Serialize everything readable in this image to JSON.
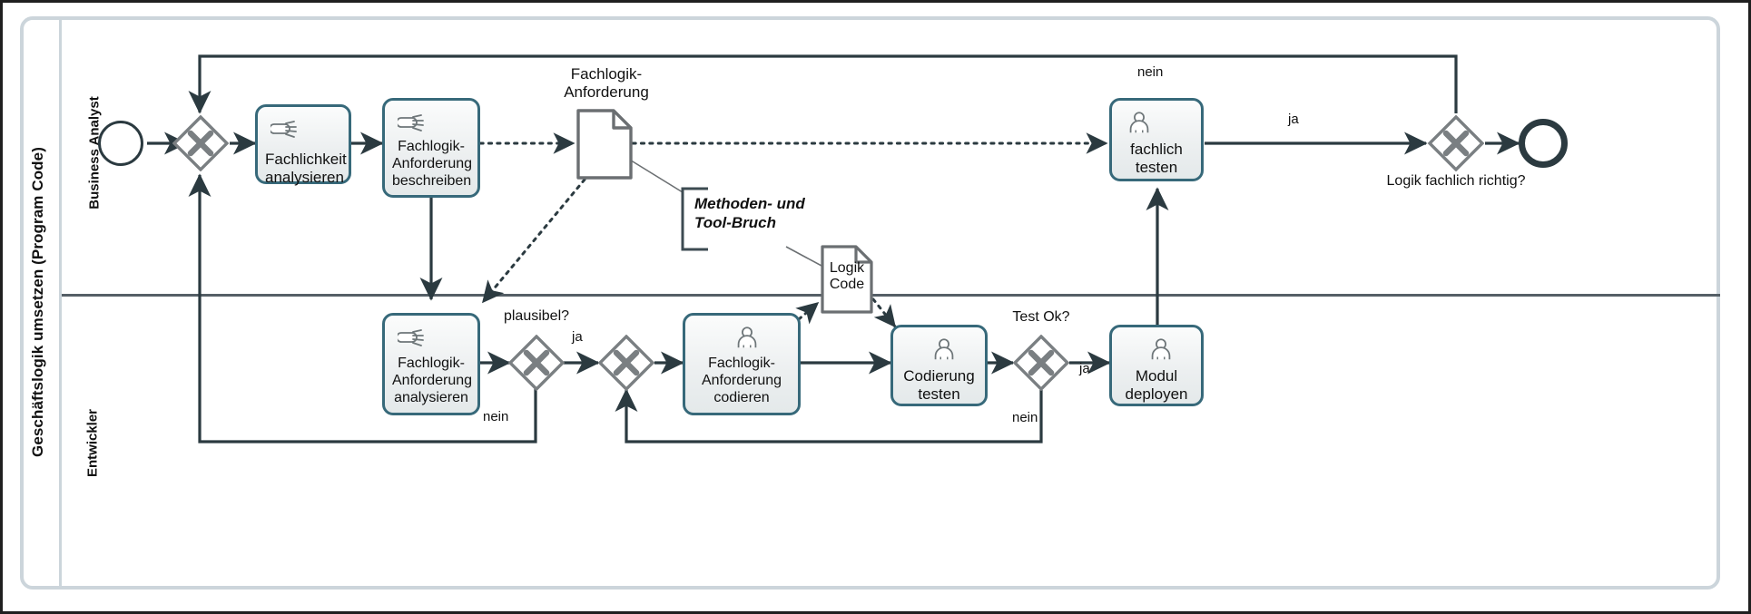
{
  "diagram": {
    "type": "bpmn-collaboration",
    "pool_title": "Geschäftslogik umsetzen (Program Code)",
    "lanes": [
      {
        "id": "lane-business-analyst",
        "label": "Business Analyst"
      },
      {
        "id": "lane-entwickler",
        "label": "Entwickler"
      }
    ],
    "colors": {
      "task_border": "#37697a",
      "task_fill": "#eceff0",
      "pool_border": "#ccd5db",
      "lane_divider": "#555f66",
      "connector": "#2b3a40",
      "gateway_stroke": "#7a7f82",
      "event_stroke": "#2b3a40",
      "frame": "#1f1f1f"
    },
    "events": [
      {
        "id": "start-event",
        "name": "start-event",
        "kind": "start",
        "label": ""
      },
      {
        "id": "end-event",
        "name": "end-event",
        "kind": "end",
        "label": ""
      }
    ],
    "gateways": [
      {
        "id": "gw-merge-start",
        "label": "",
        "kind": "exclusive"
      },
      {
        "id": "gw-plausibel",
        "label": "plausibel?",
        "kind": "exclusive"
      },
      {
        "id": "gw-merge-code",
        "label": "",
        "kind": "exclusive"
      },
      {
        "id": "gw-test-ok",
        "label": "Test Ok?",
        "kind": "exclusive"
      },
      {
        "id": "gw-logik-fachlich-richtig",
        "label": "Logik fachlich richtig?",
        "kind": "exclusive"
      }
    ],
    "tasks": [
      {
        "id": "task-fachlichkeit-analysieren",
        "label": "Fachlichkeit\nanalysieren",
        "line1": "Fachlichkeit",
        "line2": "analysieren",
        "line3": "",
        "icon": "manual-task-hand-icon",
        "lane": "Business Analyst"
      },
      {
        "id": "task-fachlogik-anforderung-beschreiben",
        "label": "Fachlogik-Anforderung beschreiben",
        "line1": "Fachlogik-",
        "line2": "Anforderung",
        "line3": "beschreiben",
        "icon": "manual-task-hand-icon",
        "lane": "Business Analyst"
      },
      {
        "id": "task-fachlich-testen",
        "label": "fachlich testen",
        "line1": "fachlich",
        "line2": "testen",
        "line3": "",
        "icon": "user-task-person-icon",
        "lane": "Business Analyst"
      },
      {
        "id": "task-fachlogik-anforderung-analysieren",
        "label": "Fachlogik-Anforderung analysieren",
        "line1": "Fachlogik-",
        "line2": "Anforderung",
        "line3": "analysieren",
        "icon": "manual-task-hand-icon",
        "lane": "Entwickler"
      },
      {
        "id": "task-fachlogik-anforderung-codieren",
        "label": "Fachlogik-Anforderung codieren",
        "line1": "Fachlogik-",
        "line2": "Anforderung",
        "line3": "codieren",
        "icon": "user-task-person-icon",
        "lane": "Entwickler"
      },
      {
        "id": "task-codierung-testen",
        "label": "Codierung testen",
        "line1": "Codierung",
        "line2": "testen",
        "line3": "",
        "icon": "user-task-person-icon",
        "lane": "Entwickler"
      },
      {
        "id": "task-modul-deployen",
        "label": "Modul deployen",
        "line1": "Modul",
        "line2": "deployen",
        "line3": "",
        "icon": "user-task-person-icon",
        "lane": "Entwickler"
      }
    ],
    "data_objects": [
      {
        "id": "data-fachlogik-anforderung",
        "label_line1": "Fachlogik-",
        "label_line2": "Anforderung",
        "label_position": "above"
      },
      {
        "id": "data-logik-code",
        "label_line1": "Logik",
        "label_line2": "Code",
        "label_position": "inside"
      }
    ],
    "annotations": [
      {
        "id": "annotation-methodenbruch",
        "line1": "Methoden- und",
        "line2": "Tool-Bruch",
        "style": "italic-bold"
      }
    ],
    "flow_labels": {
      "plausibel_ja": "ja",
      "plausibel_nein": "nein",
      "test_ok_ja": "ja",
      "test_ok_nein": "nein",
      "logik_ja": "ja",
      "logik_nein": "nein"
    }
  }
}
